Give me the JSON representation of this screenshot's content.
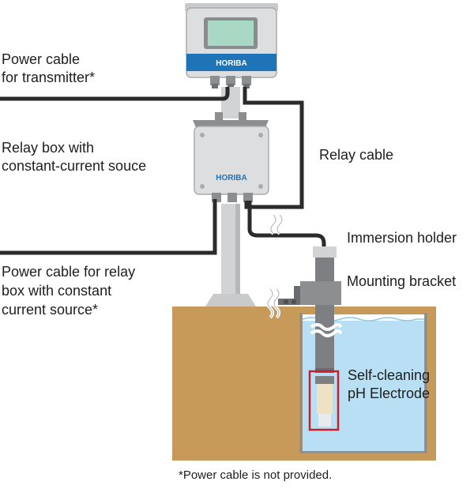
{
  "labels": {
    "power_cable_transmitter": [
      "Power cable",
      "for transmitter*"
    ],
    "relay_box": [
      "Relay box with",
      "constant-current souce"
    ],
    "relay_cable": "Relay cable",
    "immersion_holder": "Immersion holder",
    "mounting_bracket": "Mounting bracket",
    "power_cable_relay_box": [
      "Power cable for relay",
      "box with constant",
      "current source*"
    ],
    "electrode": [
      "Self-cleaning",
      "pH Electrode"
    ],
    "footnote": "*Power cable is not provided."
  },
  "brand": {
    "logo_text": "HORIBA",
    "color": "#1f73b7"
  },
  "colors": {
    "soil": "#c79a5a",
    "water": "#b8dff3",
    "cable": "#2b2b2b",
    "steel_light": "#d2d3d5",
    "steel_dark": "#7d7f82",
    "highlight_box": "#c8202a"
  }
}
